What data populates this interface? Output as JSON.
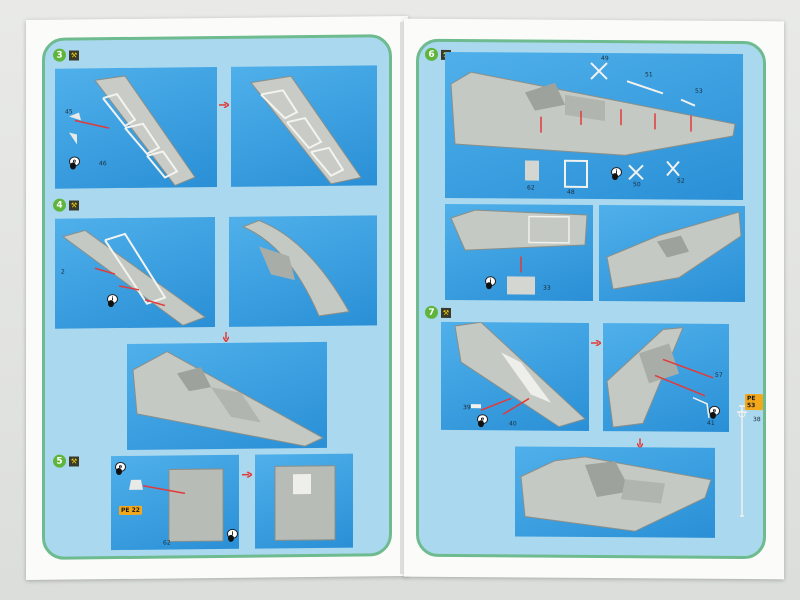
{
  "colors": {
    "frame_border": "#6dbb8e",
    "frame_fill": "#aad8ee",
    "panel_blue": "#2a8fd6",
    "step_badge": "#5fb53c",
    "pe_badge": "#f3a81c",
    "guide_arrow": "#e23a3a",
    "part_gray": "#b8bcb6"
  },
  "left_page": {
    "steps": [
      {
        "number": "3",
        "tool_icon": "hammer-icon",
        "parts": [
          "45",
          "46"
        ],
        "glue": "e"
      },
      {
        "number": "4",
        "tool_icon": "hammer-icon",
        "parts": [
          "2"
        ],
        "glue": "i"
      },
      {
        "number": "5",
        "tool_icon": "hammer-icon",
        "parts": [
          "62"
        ],
        "glue_a": "e",
        "glue_b": "i",
        "pe_label": "PE 22"
      }
    ]
  },
  "right_page": {
    "steps": [
      {
        "number": "6",
        "tool_icon": "hammer-icon",
        "parts": [
          "49",
          "51",
          "53",
          "62",
          "48",
          "50",
          "52"
        ],
        "glue": "j"
      },
      {
        "number": "",
        "tool_icon": "",
        "parts": [
          "33"
        ],
        "glue": "j"
      },
      {
        "number": "7",
        "tool_icon": "hammer-icon",
        "parts": [
          "39",
          "40",
          "57",
          "41",
          "38"
        ],
        "glue_a": "e",
        "glue_b": "e",
        "pe_label": "PE 53"
      }
    ]
  }
}
